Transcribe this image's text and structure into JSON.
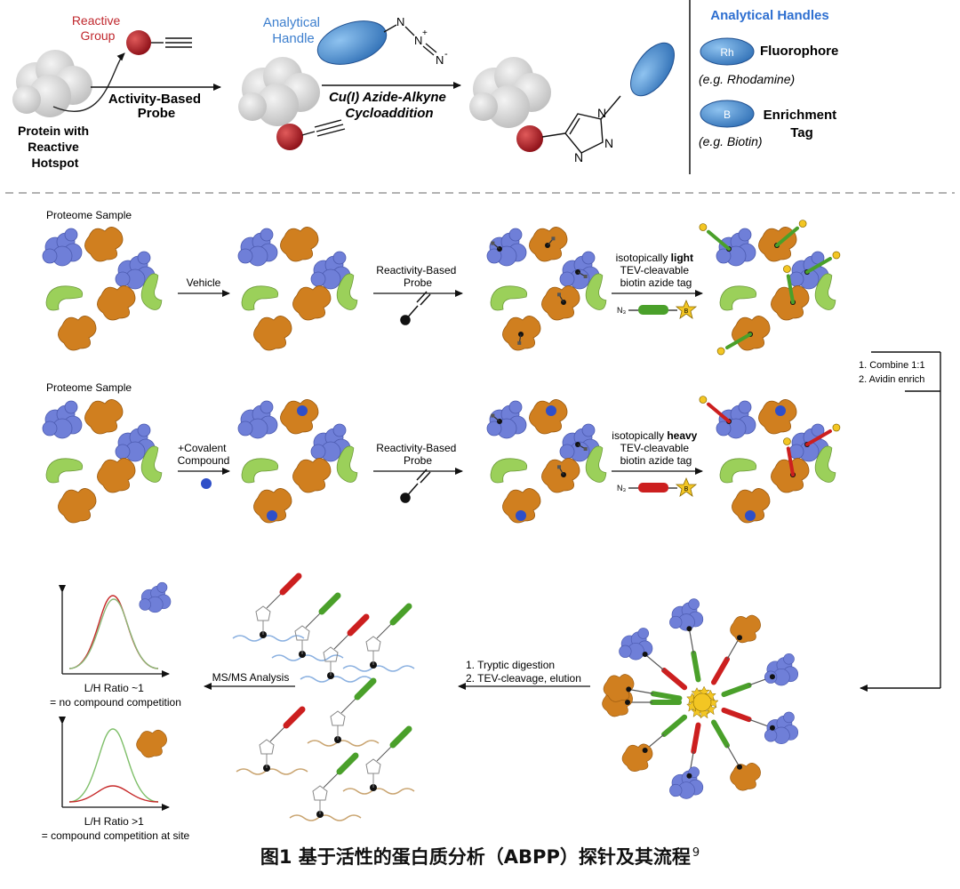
{
  "top": {
    "reactive_group": [
      "Reactive",
      "Group"
    ],
    "analytical_handle": [
      "Analytical",
      "Handle"
    ],
    "protein_label": [
      "Protein with",
      "Reactive",
      "Hotspot"
    ],
    "abp_label": [
      "Activity-Based",
      "Probe"
    ],
    "cuaac_label": [
      "Cu(I) Azide-Alkyne",
      "Cycloaddition"
    ],
    "azide_N": "N",
    "azide_plus": "+",
    "azide_minus": "-",
    "triazole_N": "N",
    "handles_title": "Analytical Handles",
    "fluorophore": "Fluorophore",
    "fluorophore_eg": "(e.g. Rhodamine)",
    "fluorophore_badge": "Rh",
    "enrichment": [
      "Enrichment",
      "Tag"
    ],
    "enrichment_eg": "(e.g. Biotin)",
    "enrichment_badge": "B"
  },
  "row1": {
    "sample": "Proteome Sample",
    "step1": "Vehicle",
    "probe": [
      "Reactivity-Based",
      "Probe"
    ],
    "tag_lines": [
      "isotopically ",
      "light",
      "TEV-cleavable",
      "biotin azide tag"
    ],
    "n3": "N₃",
    "biotin": "B"
  },
  "row2": {
    "sample": "Proteome Sample",
    "step1": [
      "+Covalent",
      "Compound"
    ],
    "probe": [
      "Reactivity-Based",
      "Probe"
    ],
    "tag_lines": [
      "isotopically ",
      "heavy",
      "TEV-cleavable",
      "biotin azide tag"
    ],
    "n3": "N₃",
    "biotin": "B"
  },
  "combine": [
    "1. Combine 1:1",
    "2. Avidin enrich"
  ],
  "digest": [
    "1. Tryptic digestion",
    "2. TEV-cleavage, elution"
  ],
  "ms": "MS/MS Analysis",
  "result1": [
    "L/H Ratio ~1",
    "= no compound competition"
  ],
  "result2": [
    "L/H Ratio >1",
    "= compound competition at site"
  ],
  "caption": {
    "text": "图1 基于活性的蛋白质分析（ABPP）探针及其流程",
    "ref": "9"
  },
  "colors": {
    "light_tag": "#4aa02a",
    "heavy_tag": "#cc1f1f",
    "blue_protein": "#6f7fd8",
    "orange_protein": "#d07f1f",
    "green_protein": "#9bd05a",
    "handle_blue": "#4a8fd0",
    "reactive_red": "#b01a25",
    "title_blue": "#2e6fd0"
  }
}
